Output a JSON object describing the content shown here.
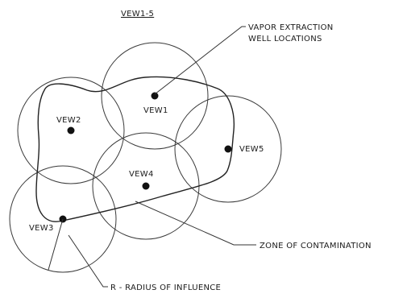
{
  "title": "VEW1-5",
  "callouts": {
    "well_locations_line1": "VAPOR EXTRACTION",
    "well_locations_line2": "WELL LOCATIONS",
    "zone": "ZONE OF CONTAMINATION",
    "radius": "R - RADIUS OF INFLUENCE"
  },
  "wells": [
    {
      "id": "vew1",
      "label": "VEW1"
    },
    {
      "id": "vew2",
      "label": "VEW2"
    },
    {
      "id": "vew3",
      "label": "VEW3"
    },
    {
      "id": "vew4",
      "label": "VEW4"
    },
    {
      "id": "vew5",
      "label": "VEW5"
    }
  ]
}
